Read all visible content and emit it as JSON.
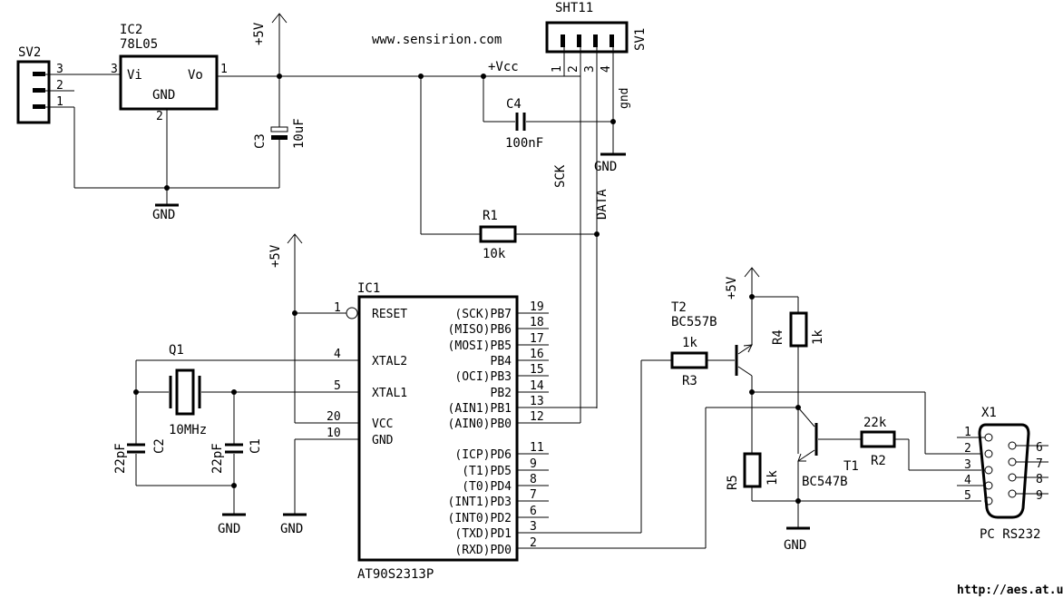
{
  "labels": {
    "sv2": "SV2",
    "sv2_pin3": "3",
    "sv2_pin2": "2",
    "sv2_pin1": "1",
    "ic2_name": "IC2",
    "ic2_part": "78L05",
    "ic2_vi": "Vi",
    "ic2_vo": "Vo",
    "ic2_gnd": "GND",
    "ic2_pin3": "3",
    "ic2_pin1": "1",
    "ic2_pin2": "2",
    "p5v_top": "+5V",
    "c3_name": "C3",
    "c3_value": "10uF",
    "gnd": "GND",
    "website": "www.sensirion.com",
    "sht11": "SHT11",
    "sv1": "SV1",
    "sht_pin1": "1",
    "sht_pin2": "2",
    "sht_pin3": "3",
    "sht_pin4": "4",
    "vcc": "+Vcc",
    "gnd_small": "gnd",
    "c4_name": "C4",
    "c4_value": "100nF",
    "sck": "SCK",
    "data": "DATA",
    "r1_name": "R1",
    "r1_value": "10k",
    "ic1_name": "IC1",
    "ic1_part": "AT90S2313P",
    "p5v_mid": "+5V",
    "ic1_left": [
      "RESET",
      "XTAL2",
      "XTAL1",
      "VCC",
      "GND"
    ],
    "ic1_left_pins": [
      "1",
      "4",
      "5",
      "20",
      "10"
    ],
    "ic1_right": [
      "(SCK)PB7",
      "(MISO)PB6",
      "(MOSI)PB5",
      "PB4",
      "(OCI)PB3",
      "PB2",
      "(AIN1)PB1",
      "(AIN0)PB0",
      "(ICP)PD6",
      "(T1)PD5",
      "(T0)PD4",
      "(INT1)PD3",
      "(INT0)PD2",
      "(TXD)PD1",
      "(RXD)PD0"
    ],
    "ic1_right_pins": [
      "19",
      "18",
      "17",
      "16",
      "15",
      "14",
      "13",
      "12",
      "11",
      "9",
      "8",
      "7",
      "6",
      "3",
      "2"
    ],
    "q1_name": "Q1",
    "q1_value": "10MHz",
    "c2_name": "C2",
    "c2_value": "22pF",
    "c1_name": "C1",
    "c1_value": "22pF",
    "t2_name": "T2",
    "t2_part": "BC557B",
    "r3_name": "R3",
    "r3_value": "1k",
    "p5v_right": "+5V",
    "r4_name": "R4",
    "r4_value": "1k",
    "r2_value": "22k",
    "r2_name": "R2",
    "t1_name": "T1",
    "t1_part": "BC547B",
    "r5_name": "R5",
    "r5_value": "1k",
    "x1_name": "X1",
    "x1_left_pins": [
      "1",
      "2",
      "3",
      "4",
      "5"
    ],
    "x1_right_pins": [
      "6",
      "7",
      "8",
      "9"
    ],
    "pc_rs232": "PC RS232",
    "url": "http://aes.at.ua"
  }
}
